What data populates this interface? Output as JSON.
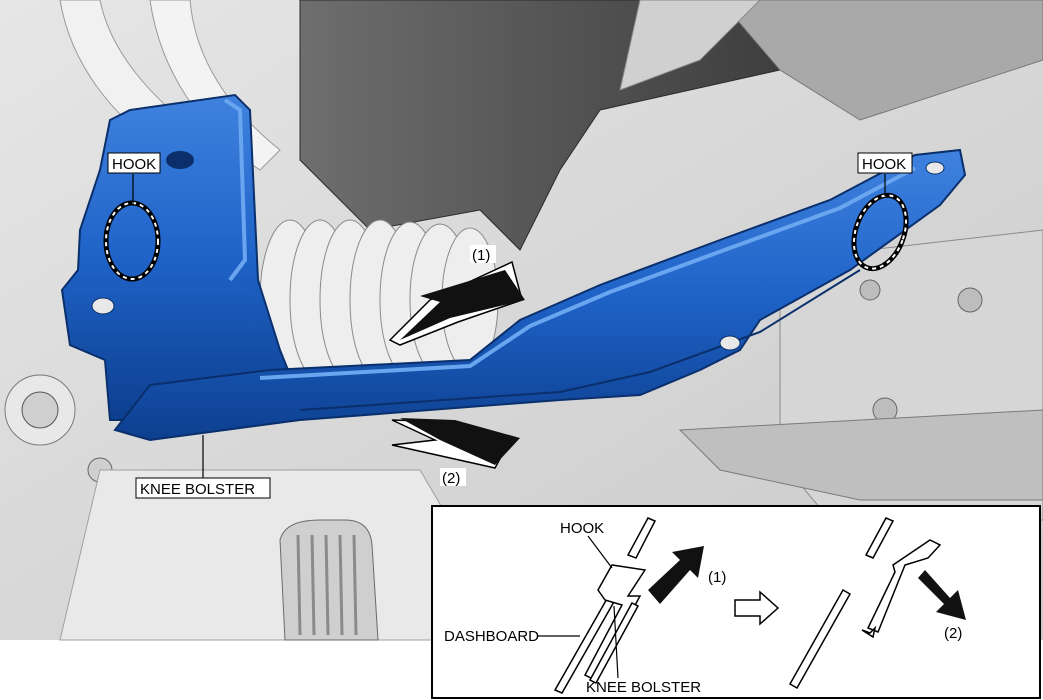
{
  "labels": {
    "hook_left": "HOOK",
    "hook_right": "HOOK",
    "knee_bolster": "KNEE BOLSTER",
    "arrow_1": "(1)",
    "arrow_2": "(2)"
  },
  "inset": {
    "hook": "HOOK",
    "dashboard": "DASHBOARD",
    "knee_bolster": "KNEE BOLSTER",
    "arrow_1": "(1)",
    "arrow_2": "(2)"
  },
  "colors": {
    "bolster": "#1f63c8",
    "bolster_dark": "#0d3f8f",
    "bolster_light": "#4a8ae0",
    "background": "#dcdcdc",
    "arrow": "#111111"
  }
}
